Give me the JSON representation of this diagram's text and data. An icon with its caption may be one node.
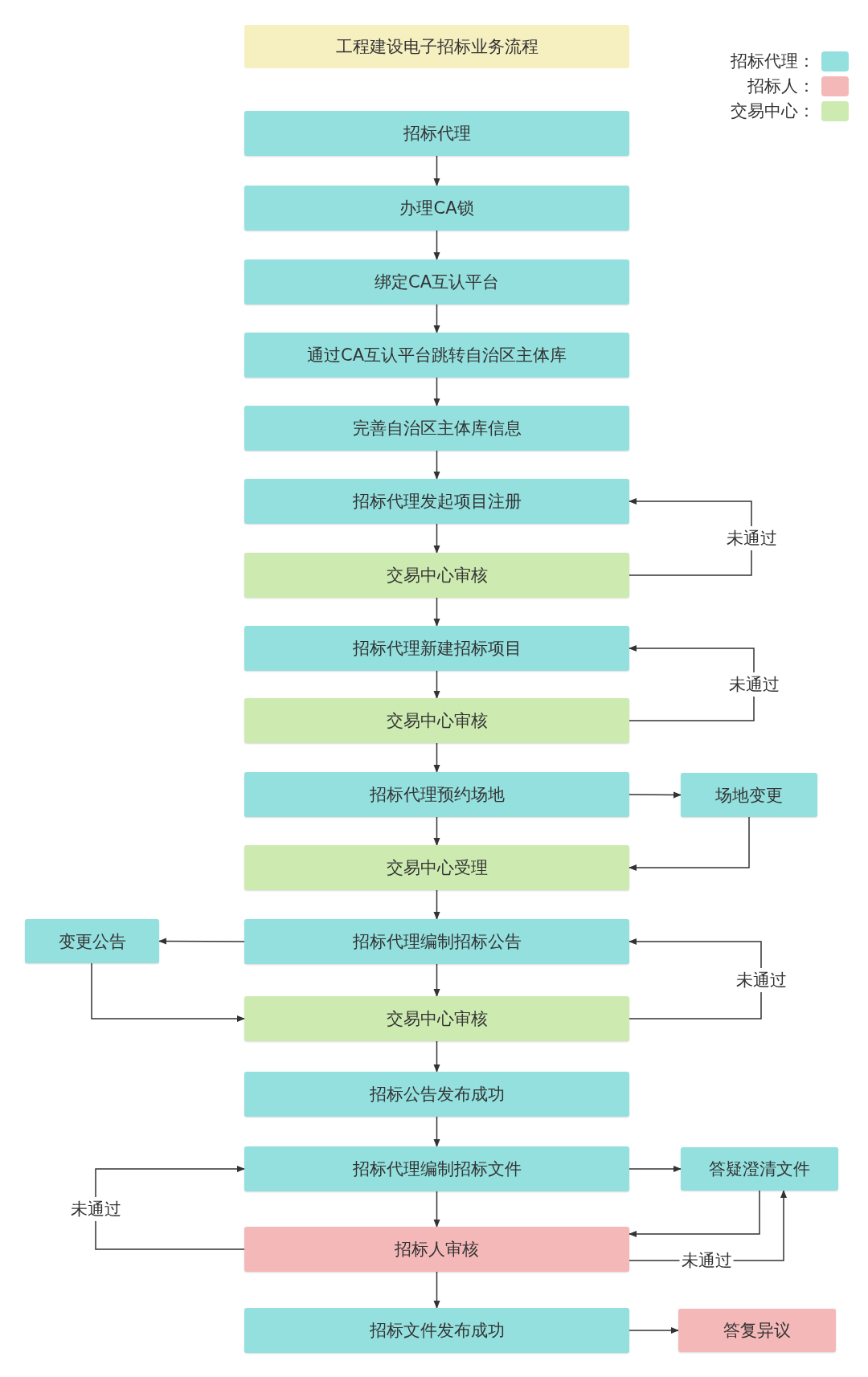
{
  "diagram": {
    "title": "工程建设电子招标业务流程",
    "nodes": [
      {
        "text": [
          "招标代理"
        ]
      },
      {
        "text": [
          "办理CA锁"
        ]
      },
      {
        "text": [
          "绑定CA互认平台"
        ]
      },
      {
        "text": [
          "通过CA互认平台跳转自治区主体库"
        ]
      },
      {
        "text": [
          "完善自治区主体库信息"
        ]
      },
      {
        "text": [
          "招标代理发起项目注册"
        ]
      },
      {
        "text": [
          "交易中心审核"
        ]
      },
      {
        "text": [
          "招标代理新建招标项目"
        ]
      },
      {
        "text": [
          "交易中心审核"
        ]
      },
      {
        "text": [
          "招标代理预约场地"
        ]
      },
      {
        "text": [
          "场地变更"
        ]
      },
      {
        "text": [
          "交易中心受理"
        ]
      },
      {
        "text": [
          "变更公告"
        ]
      },
      {
        "text": [
          "招标代理编制招标公告"
        ]
      },
      {
        "text": [
          "交易中心审核"
        ]
      },
      {
        "text": [
          "招标公告发布成功"
        ]
      },
      {
        "text": [
          "招标代理编制招标文件"
        ]
      },
      {
        "text": [
          "答疑澄清文件"
        ]
      },
      {
        "text": [
          "招标人审核"
        ]
      },
      {
        "text": [
          "招标文件发布成功"
        ]
      },
      {
        "text": [
          "答复异议"
        ]
      }
    ],
    "edges": [
      {
        "from": 0,
        "to": 1,
        "arrow": "to"
      },
      {
        "from": 1,
        "to": 2,
        "arrow": "to"
      },
      {
        "from": 2,
        "to": 3,
        "arrow": "to"
      },
      {
        "from": 3,
        "to": 4,
        "arrow": "to"
      },
      {
        "from": 4,
        "to": 5,
        "arrow": "to"
      },
      {
        "from": 5,
        "to": 6,
        "arrow": "to"
      },
      {
        "from": 6,
        "to": 5,
        "arrow": "to",
        "label": "未通过"
      },
      {
        "from": 6,
        "to": 7,
        "arrow": "to"
      },
      {
        "from": 7,
        "to": 8,
        "arrow": "to"
      },
      {
        "from": 8,
        "to": 7,
        "arrow": "to",
        "label": "未通过"
      },
      {
        "from": 8,
        "to": 9,
        "arrow": "to"
      },
      {
        "from": 9,
        "to": 10,
        "arrow": "to"
      },
      {
        "from": 10,
        "to": 11,
        "arrow": "to"
      },
      {
        "from": 9,
        "to": 11,
        "arrow": "to"
      },
      {
        "from": 11,
        "to": 13,
        "arrow": "to"
      },
      {
        "from": 13,
        "to": 12,
        "arrow": "to"
      },
      {
        "from": 12,
        "to": 14,
        "arrow": "to"
      },
      {
        "from": 13,
        "to": 14,
        "arrow": "to"
      },
      {
        "from": 14,
        "to": 13,
        "arrow": "to",
        "label": "未通过"
      },
      {
        "from": 14,
        "to": 15,
        "arrow": "to"
      },
      {
        "from": 15,
        "to": 16,
        "arrow": "to"
      },
      {
        "from": 16,
        "to": 17,
        "arrow": "to"
      },
      {
        "from": 17,
        "to": 18,
        "arrow": "to"
      },
      {
        "from": 16,
        "to": 18,
        "arrow": "to"
      },
      {
        "from": 18,
        "to": 16,
        "arrow": "to",
        "label": "未通过"
      },
      {
        "from": 18,
        "to": 17,
        "arrow": "to",
        "label": "未通过"
      },
      {
        "from": 18,
        "to": 19,
        "arrow": "to"
      },
      {
        "from": 19,
        "to": 20,
        "arrow": "to"
      }
    ],
    "legend": [
      {
        "text": "招标代理：",
        "color": "#93e0df"
      },
      {
        "text": "招标人：",
        "color": "#f4b8b8"
      },
      {
        "text": "交易中心：",
        "color": "#cdebb0"
      }
    ]
  }
}
